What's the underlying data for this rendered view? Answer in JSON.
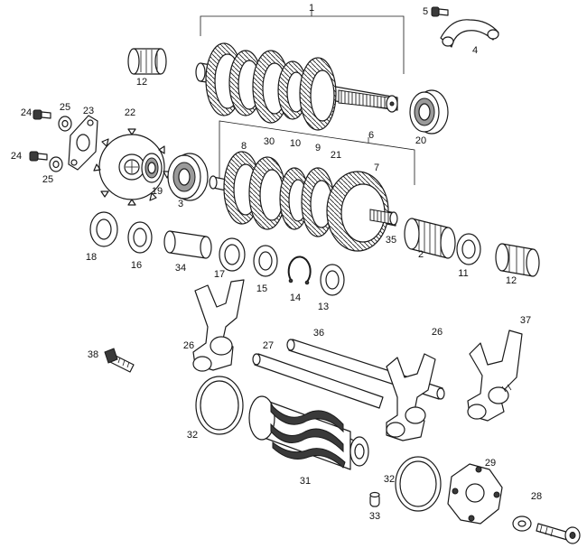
{
  "diagram": {
    "colors": {
      "line": "#1a1a1a",
      "background": "#ffffff",
      "shade": "#9a9a9a"
    },
    "callouts": [
      "1",
      "2",
      "3",
      "4",
      "5",
      "6",
      "7",
      "8",
      "9",
      "10",
      "11",
      "12",
      "12",
      "13",
      "14",
      "15",
      "16",
      "17",
      "18",
      "19",
      "20",
      "21",
      "22",
      "23",
      "24",
      "24",
      "25",
      "25",
      "26",
      "26",
      "27",
      "28",
      "29",
      "30",
      "31",
      "32",
      "32",
      "33",
      "34",
      "35",
      "36",
      "37",
      "38"
    ]
  }
}
